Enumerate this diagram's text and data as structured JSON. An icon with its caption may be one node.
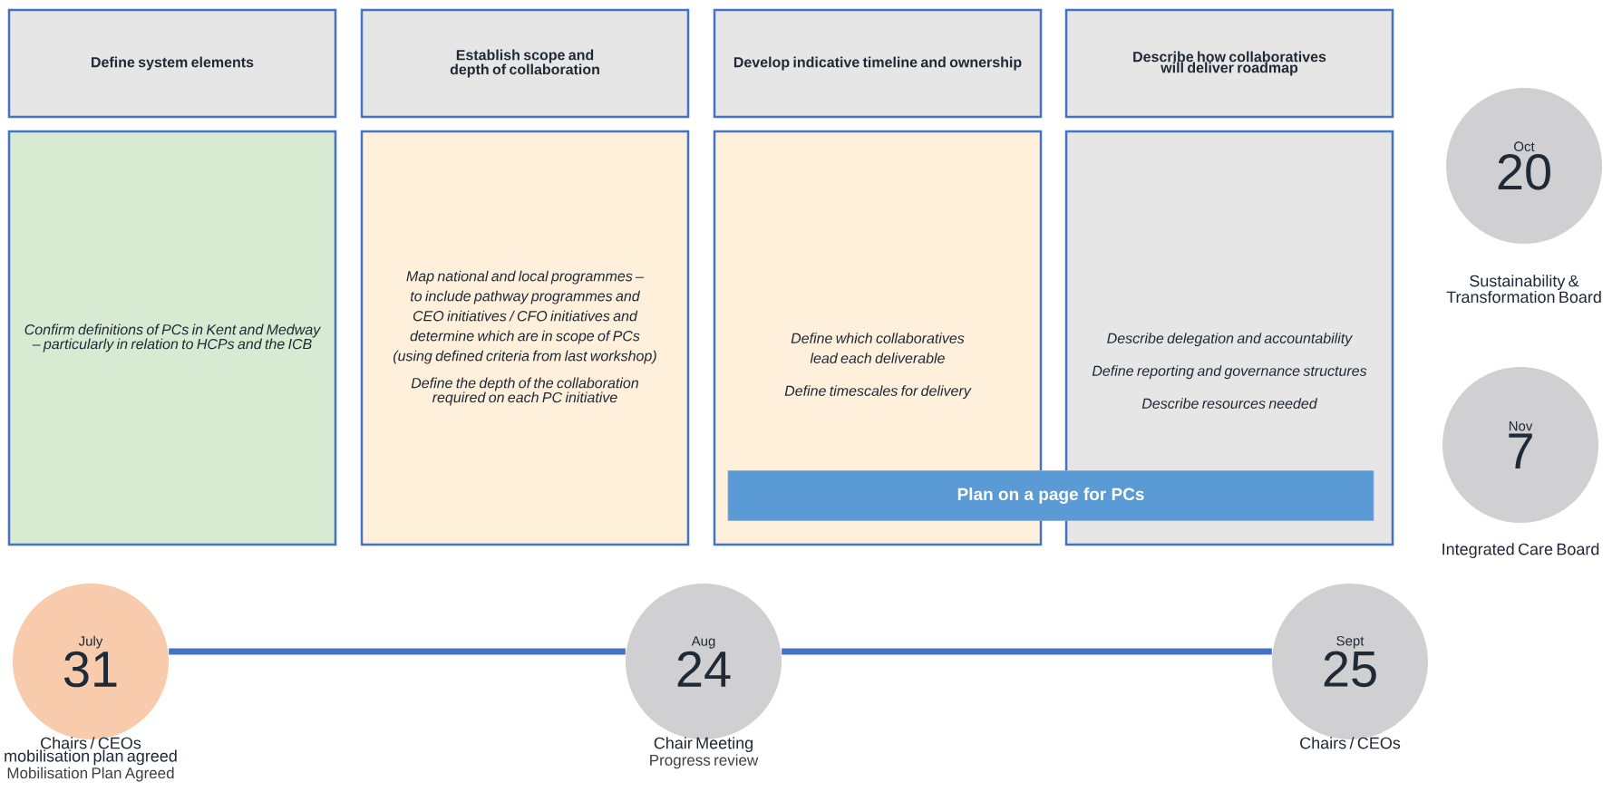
{
  "diagram": {
    "nodes": [
      {
        "text": [
          "Define system elements"
        ]
      },
      {
        "text": [
          "Establish scope and depth of collaboration"
        ]
      },
      {
        "text": [
          "Develop indicative timeline and ownership"
        ]
      },
      {
        "text": [
          "Describe how collaboratives will deliver roadmap"
        ]
      },
      {
        "text": [
          "Confirm definitions of PCs in Kent and Medway – particularly in relation to HCPs and the ICB"
        ]
      },
      {
        "text": [
          "Map national and local programmes – to include pathway programmes and CEO initiatives / CFO initiatives and determine which are in scope of PCs (using defined criteria from last workshop)",
          "Define the depth of the collaboration required on each PC initiative"
        ]
      },
      {
        "text": [
          "Define which collaboratives lead each deliverable",
          "Define timescales for delivery"
        ]
      },
      {
        "text": [
          "Describe delegation and accountability",
          "Define reporting and governance structures",
          "Describe resources needed"
        ]
      },
      {
        "text": [
          "Plan on a page for PCs"
        ]
      },
      {
        "text": [
          "July",
          "31"
        ],
        "beside": [
          "Chairs / CEOs mobilisation plan agreed",
          "Mobilisation Plan Agreed"
        ]
      },
      {
        "text": [
          "Aug",
          "24"
        ],
        "beside": [
          "Chair Meeting",
          "Progress review"
        ]
      },
      {
        "text": [
          "Sept",
          "25"
        ],
        "beside": [
          "Chairs / CEOs"
        ]
      },
      {
        "text": [
          "Oct",
          "20"
        ],
        "beside": [
          "Sustainability & Transformation Board"
        ]
      },
      {
        "text": [
          "Nov",
          "7"
        ],
        "beside": [
          "Integrated Care Board"
        ]
      }
    ],
    "edges": [
      {
        "from": 9,
        "to": 10,
        "arrow": "none",
        "color": "#4472c4"
      },
      {
        "from": 10,
        "to": 11,
        "arrow": "none",
        "color": "#4472c4"
      }
    ]
  }
}
